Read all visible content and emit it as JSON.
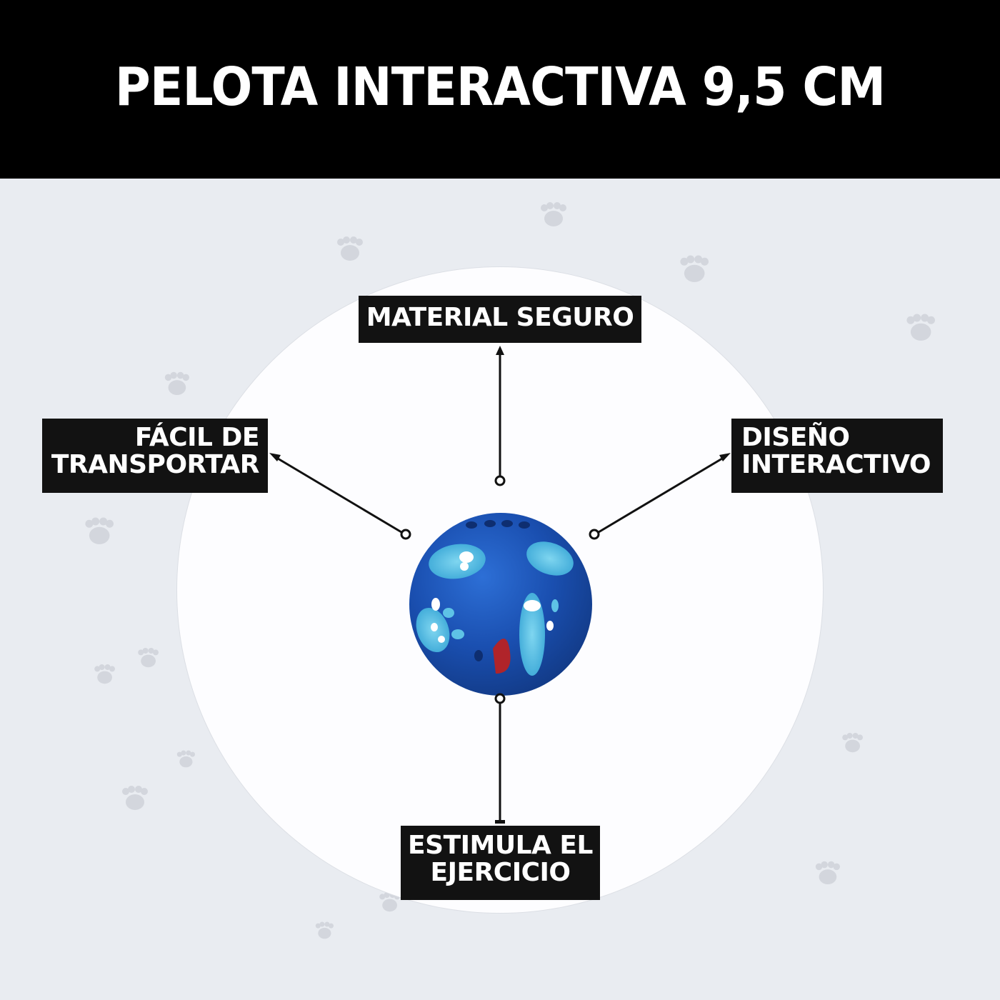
{
  "header": {
    "title": "PELOTA INTERACTIVA 9,5 CM",
    "background": "#000000",
    "text_color": "#ffffff"
  },
  "background": {
    "color": "#e9ecf1",
    "paw_color": "#d3d6dd",
    "circle_color": "#fdfdff",
    "decoration": "paw-print-icon"
  },
  "product": {
    "name": "interactive-cat-ball",
    "colors": {
      "shell": "#1a4fb0",
      "inner": "#5ec3e6",
      "bell": "#b0242a"
    }
  },
  "features": [
    {
      "id": "top",
      "lines": [
        "MATERIAL SEGURO"
      ]
    },
    {
      "id": "left",
      "lines": [
        "FÁCIL DE",
        "TRANSPORTAR"
      ]
    },
    {
      "id": "right",
      "lines": [
        "DISEÑO",
        "INTERACTIVO"
      ]
    },
    {
      "id": "bottom",
      "lines": [
        "ESTIMULA EL",
        "EJERCICIO"
      ]
    }
  ],
  "label_style": {
    "background": "#121212",
    "text_color": "#ffffff"
  }
}
